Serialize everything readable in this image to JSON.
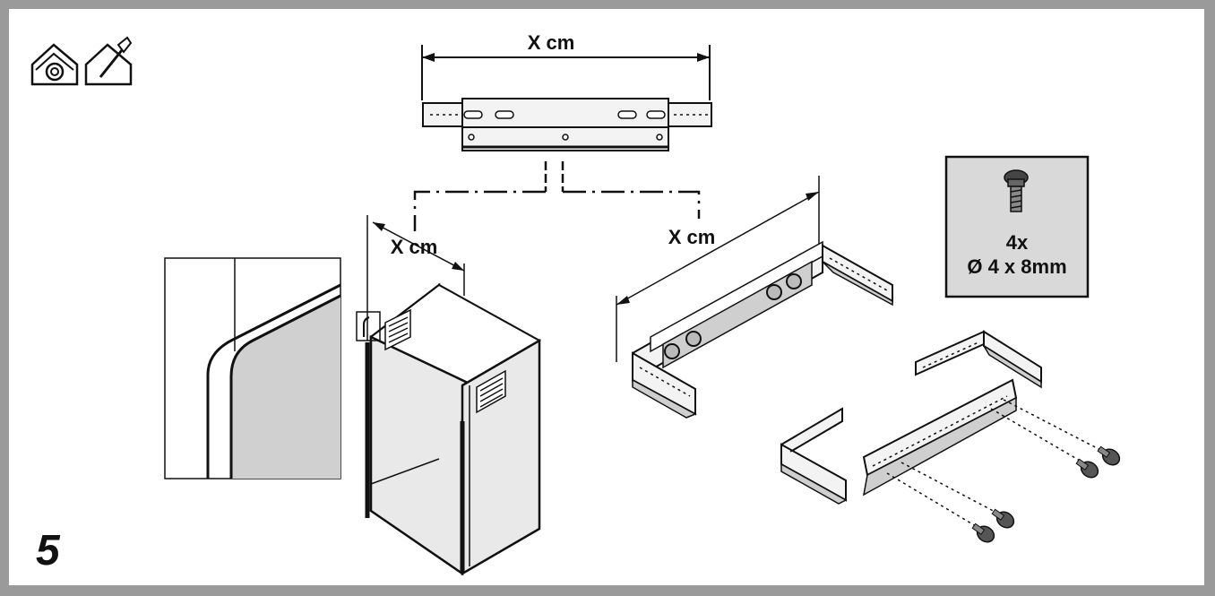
{
  "step": {
    "number": "5"
  },
  "icons": {
    "left": "house-swirl-icon",
    "right": "house-tool-icon"
  },
  "dimensions": {
    "top_bracket": "X cm",
    "chimney_depth": "X cm",
    "side_bracket": "X cm"
  },
  "hardware": {
    "icon": "screw-icon",
    "quantity": "4x",
    "spec": "Ø 4 x 8mm"
  },
  "colors": {
    "frame": "#9a9a9a",
    "panel": "#e9e9e9",
    "box": "#d9d9d9"
  }
}
